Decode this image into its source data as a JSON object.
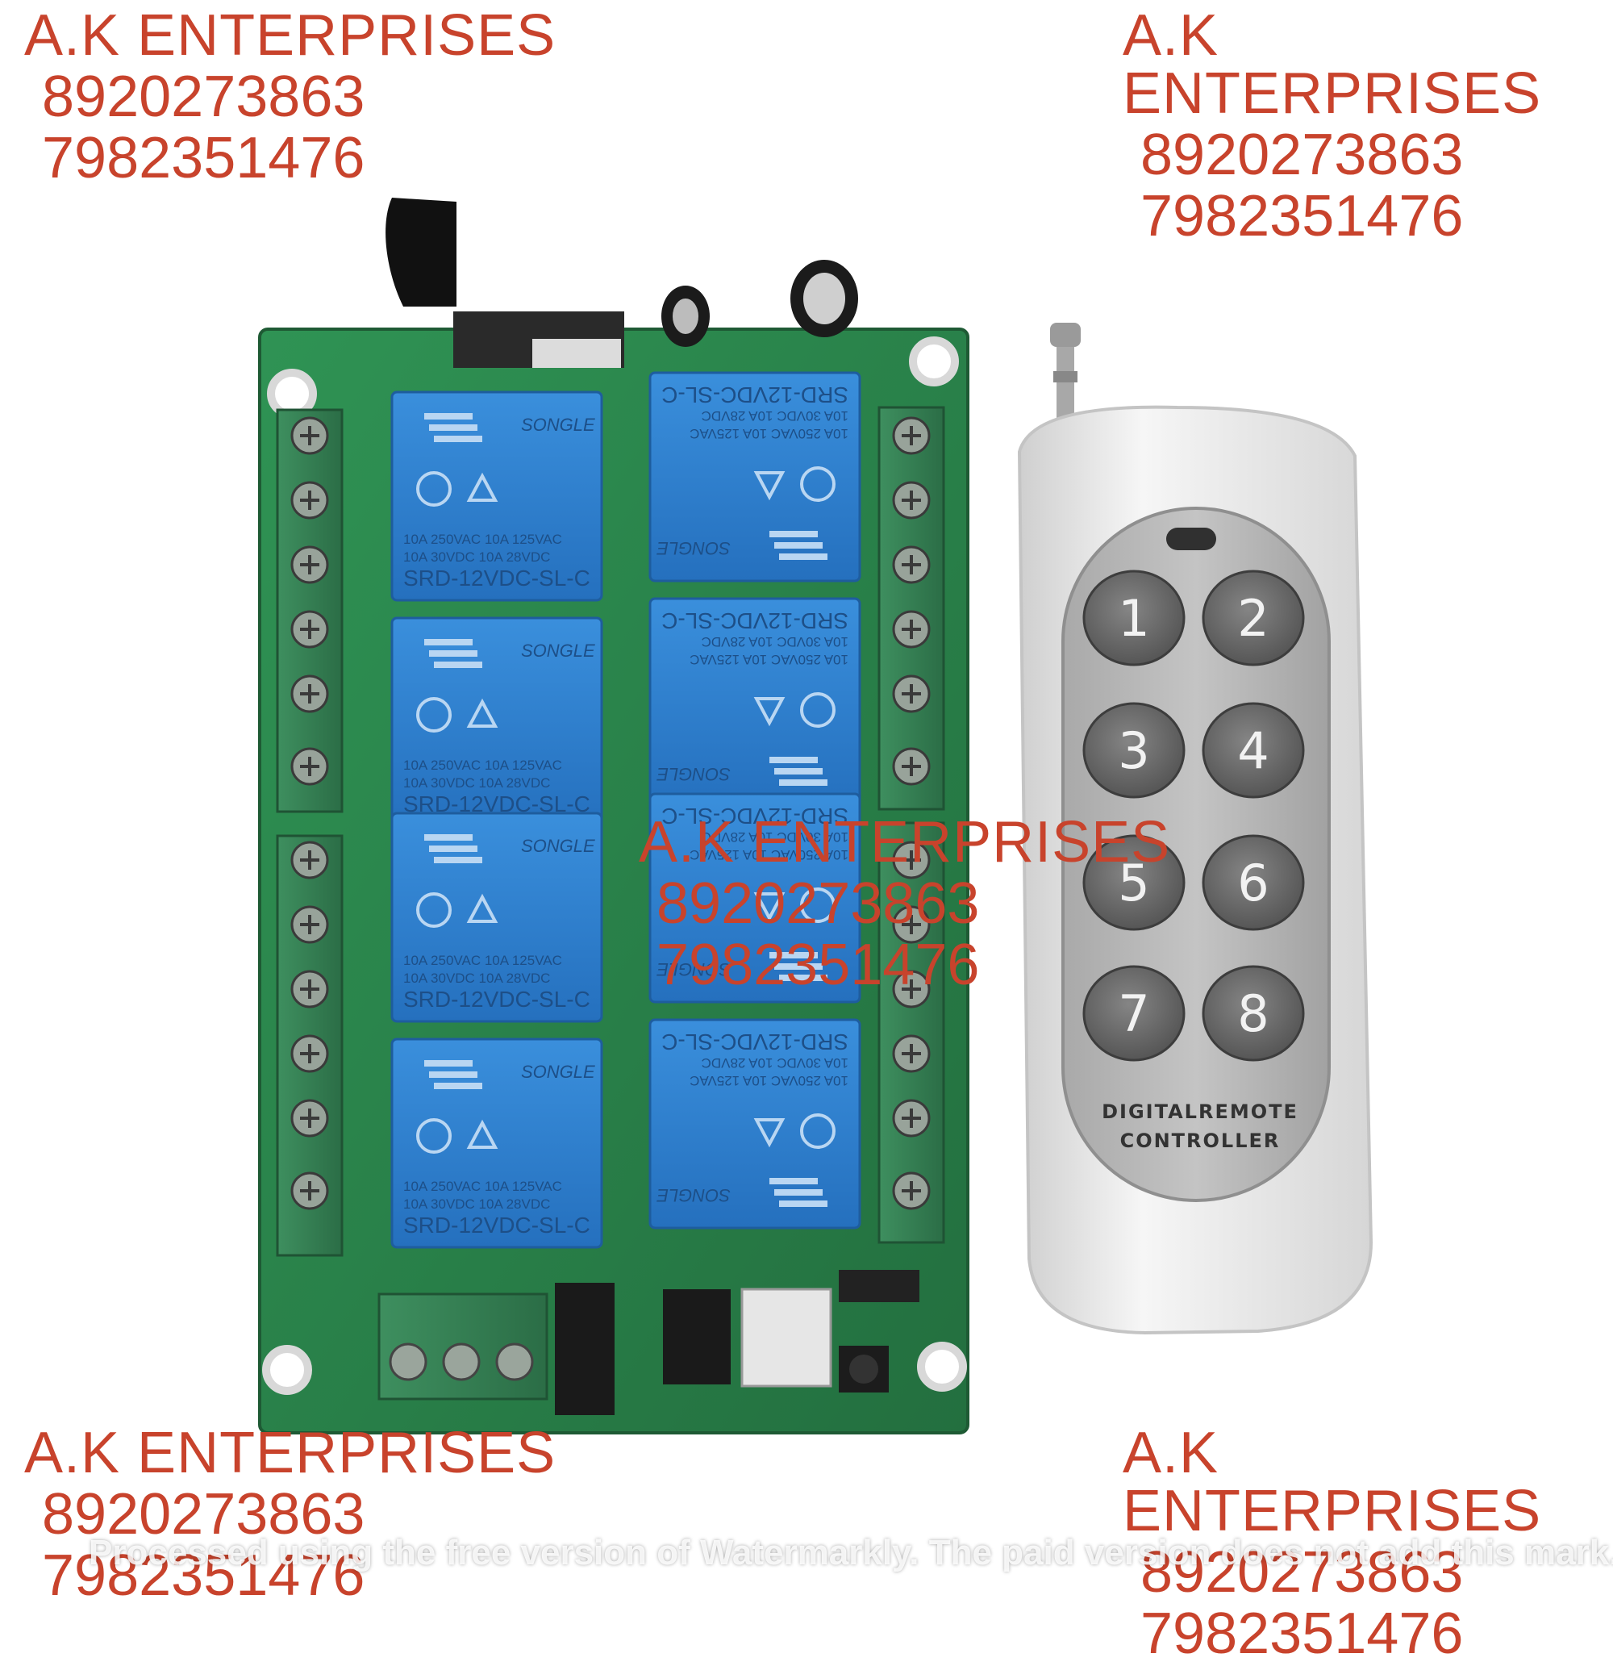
{
  "watermarks": [
    {
      "name": "A.K ENTERPRISES",
      "phone1": "8920273863",
      "phone2": "7982351476"
    },
    {
      "name": "A.K ENTERPRISES",
      "phone1": "8920273863",
      "phone2": "7982351476"
    },
    {
      "name": "A.K ENTERPRISES",
      "phone1": "8920273863",
      "phone2": "7982351476"
    },
    {
      "name": "A.K ENTERPRISES",
      "phone1": "8920273863",
      "phone2": "7982351476"
    },
    {
      "name": "A.K ENTERPRISES",
      "phone1": "8920273863",
      "phone2": "7982351476"
    }
  ],
  "footer_note": "Processed using the free version of Watermarkly. The paid version does not add this mark.",
  "board": {
    "relay_brand": "SONGLE",
    "relay_rating_1": "10A 250VAC  10A 125VAC",
    "relay_rating_2": "10A 30VDC   10A 28VDC",
    "relay_model": "SRD-12VDC-SL-C"
  },
  "remote": {
    "keys": [
      "1",
      "2",
      "3",
      "4",
      "5",
      "6",
      "7",
      "8"
    ],
    "label_line1": "DIGITALREMOTE",
    "label_line2": "CONTROLLER"
  },
  "colors": {
    "watermark": "#c8432c",
    "pcb": "#2f8a4f",
    "relay": "#2c7fd0",
    "remote_body": "#e8e8e8",
    "remote_panel": "#b8b8b8",
    "remote_key": "#6f6f6f"
  }
}
